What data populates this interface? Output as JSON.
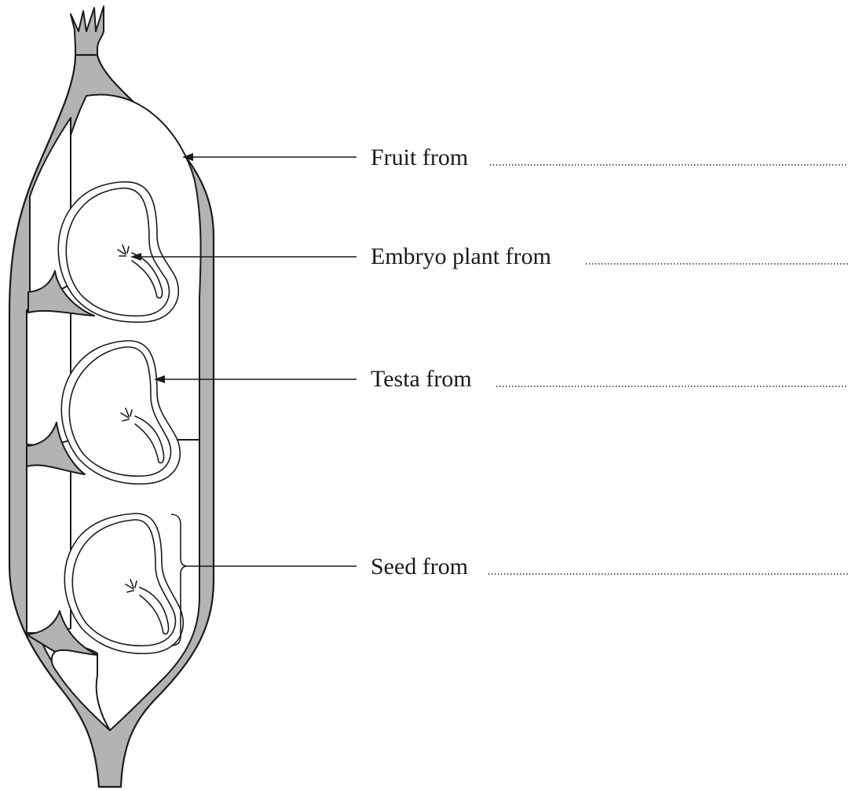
{
  "labels": {
    "fruit": "Fruit from",
    "embryo": "Embryo plant from",
    "testa": "Testa from",
    "seed": "Seed from"
  },
  "colors": {
    "pod_wall": "#b3b3b3",
    "line": "#1a1a1a",
    "background": "#ffffff"
  }
}
